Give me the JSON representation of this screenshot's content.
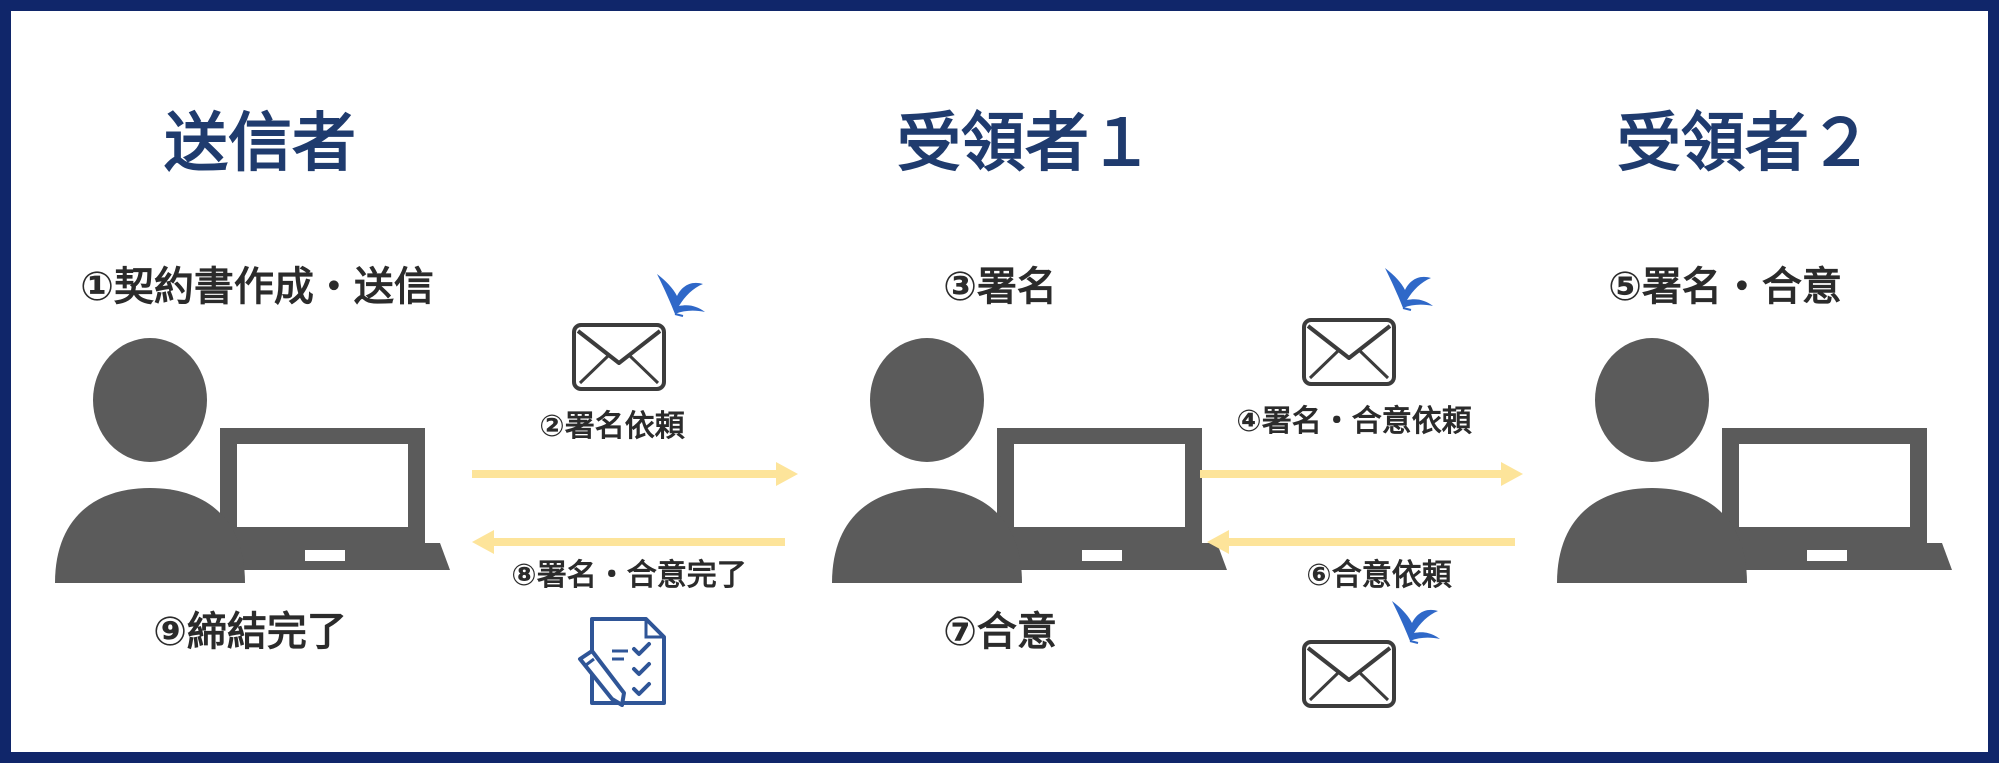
{
  "parties": {
    "sender": "送信者",
    "receiver1": "受領者１",
    "receiver2": "受領者２"
  },
  "steps": {
    "s1": "①契約書作成・送信",
    "s2": "②署名依頼",
    "s3": "③署名",
    "s4": "④署名・合意依頼",
    "s5": "⑤署名・合意",
    "s6": "⑥合意依頼",
    "s7": "⑦合意",
    "s8": "⑧署名・合意完了",
    "s9": "⑨締結完了"
  },
  "colors": {
    "frame": "#10266a",
    "title": "#1f3b6e",
    "person": "#5b5b5b",
    "arrow": "#fde49a",
    "bird": "#2f68c8",
    "document": "#2f5597"
  },
  "icons": {
    "person": "person-at-laptop-icon",
    "envelope": "envelope-icon",
    "bird": "bird-icon",
    "document": "signed-document-icon"
  }
}
